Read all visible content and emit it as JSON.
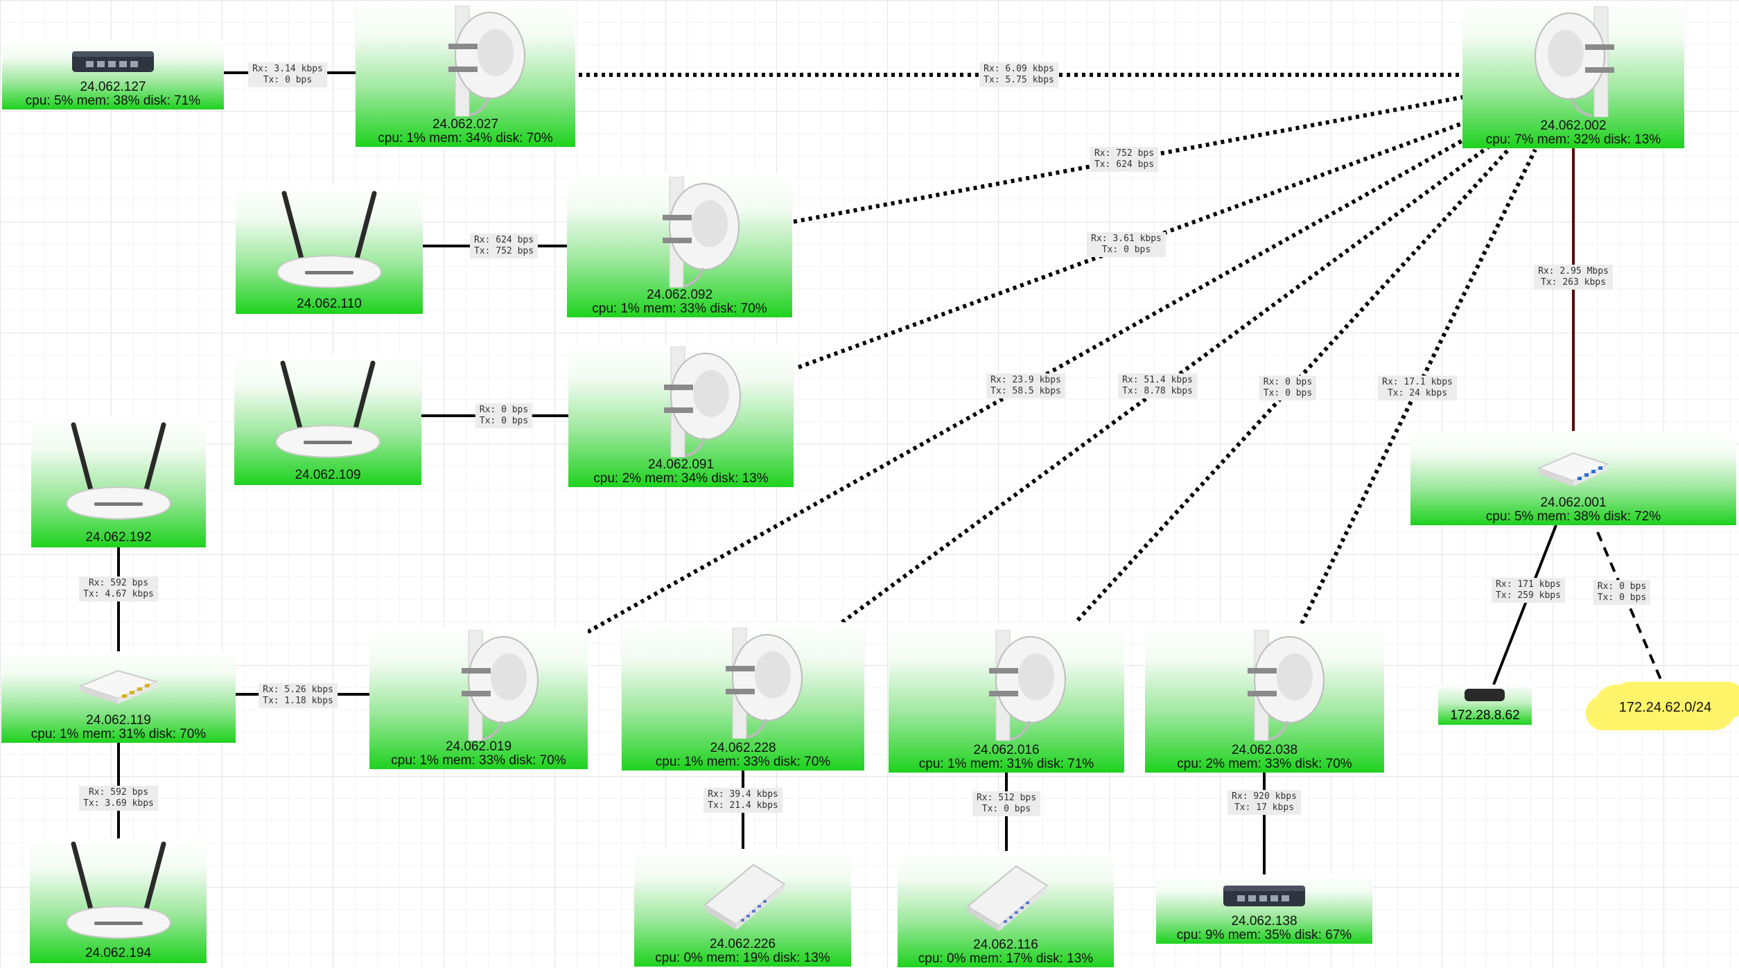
{
  "nodes": {
    "n127": {
      "label": "24.062.127",
      "stats": "cpu: 5% mem: 38% disk: 71%",
      "icon": "switch-icon"
    },
    "n027": {
      "label": "24.062.027",
      "stats": "cpu: 1% mem: 34% disk: 70%",
      "icon": "sector-antenna-icon"
    },
    "n002": {
      "label": "24.062.002",
      "stats": "cpu: 7% mem: 32% disk: 13%",
      "icon": "sector-antenna-icon"
    },
    "n110": {
      "label": "24.062.110",
      "icon": "wifi-router-icon"
    },
    "n092": {
      "label": "24.062.092",
      "stats": "cpu: 1% mem: 33% disk: 70%",
      "icon": "sector-antenna-icon"
    },
    "n109": {
      "label": "24.062.109",
      "icon": "wifi-router-icon"
    },
    "n091": {
      "label": "24.062.091",
      "stats": "cpu: 2% mem: 34% disk: 13%",
      "icon": "sector-antenna-icon"
    },
    "n192": {
      "label": "24.062.192",
      "icon": "wifi-router-icon"
    },
    "n001": {
      "label": "24.062.001",
      "stats": "cpu: 5% mem: 38% disk: 72%",
      "icon": "router-board-icon"
    },
    "n119": {
      "label": "24.062.119",
      "stats": "cpu: 1% mem: 31% disk: 70%",
      "icon": "router-board-icon"
    },
    "n019": {
      "label": "24.062.019",
      "stats": "cpu: 1% mem: 33% disk: 70%",
      "icon": "sector-antenna-icon"
    },
    "n228": {
      "label": "24.062.228",
      "stats": "cpu: 1% mem: 33% disk: 70%",
      "icon": "sector-antenna-icon"
    },
    "n016": {
      "label": "24.062.016",
      "stats": "cpu: 1% mem: 31% disk: 71%",
      "icon": "sector-antenna-icon"
    },
    "n038": {
      "label": "24.062.038",
      "stats": "cpu: 2% mem: 33% disk: 70%",
      "icon": "sector-antenna-icon"
    },
    "n194": {
      "label": "24.062.194",
      "icon": "wifi-router-icon"
    },
    "n226": {
      "label": "24.062.226",
      "stats": "cpu: 0% mem: 19% disk: 13%",
      "icon": "indoor-router-icon"
    },
    "n116": {
      "label": "24.062.116",
      "stats": "cpu: 0% mem: 17% disk: 13%",
      "icon": "indoor-router-icon"
    },
    "n138": {
      "label": "24.062.138",
      "stats": "cpu: 9% mem: 35% disk: 67%",
      "icon": "switch-icon"
    },
    "host": {
      "label": "172.28.8.62",
      "icon": "small-device-icon"
    },
    "cloud": {
      "label": "172.24.62.0/24",
      "icon": "cloud-icon"
    }
  },
  "links": {
    "l127_027": {
      "rx": "Rx: 3.14 kbps",
      "tx": "Tx: 0 bps"
    },
    "l027_002": {
      "rx": "Rx: 6.09 kbps",
      "tx": "Tx: 5.75 kbps"
    },
    "l092_002": {
      "rx": "Rx: 752 bps",
      "tx": "Tx: 624 bps"
    },
    "l110_092": {
      "rx": "Rx: 624 bps",
      "tx": "Tx: 752 bps"
    },
    "l091_002": {
      "rx": "Rx: 3.61 kbps",
      "tx": "Tx: 0 bps"
    },
    "l109_091": {
      "rx": "Rx: 0 bps",
      "tx": "Tx: 0 bps"
    },
    "l002_001": {
      "rx": "Rx: 2.95 Mbps",
      "tx": "Tx: 263 kbps"
    },
    "l019_002": {
      "rx": "Rx: 23.9 kbps",
      "tx": "Tx: 58.5 kbps"
    },
    "l228_002": {
      "rx": "Rx: 51.4 kbps",
      "tx": "Tx: 8.78 kbps"
    },
    "l016_002": {
      "rx": "Rx: 0 bps",
      "tx": "Tx: 0 bps"
    },
    "l038_002": {
      "rx": "Rx: 17.1 kbps",
      "tx": "Tx: 24 kbps"
    },
    "l192_119": {
      "rx": "Rx: 592 bps",
      "tx": "Tx: 4.67 kbps"
    },
    "l119_019": {
      "rx": "Rx: 5.26 kbps",
      "tx": "Tx: 1.18 kbps"
    },
    "l119_194": {
      "rx": "Rx: 592 bps",
      "tx": "Tx: 3.69 kbps"
    },
    "l228_226": {
      "rx": "Rx: 39.4 kbps",
      "tx": "Tx: 21.4 kbps"
    },
    "l016_116": {
      "rx": "Rx: 512 bps",
      "tx": "Tx: 0 bps"
    },
    "l038_138": {
      "rx": "Rx: 920 kbps",
      "tx": "Tx: 17 kbps"
    },
    "l001_host": {
      "rx": "Rx: 171 kbps",
      "tx": "Tx: 259 kbps"
    },
    "l001_cloud": {
      "rx": "Rx: 0 bps",
      "tx": "Tx: 0 bps"
    }
  },
  "colors": {
    "node_green": "#1ed21e",
    "wired_link": "#000000",
    "uplink": "#5a0b0b",
    "cloud": "#fff46a",
    "traffic_label_bg": "#ececec"
  }
}
